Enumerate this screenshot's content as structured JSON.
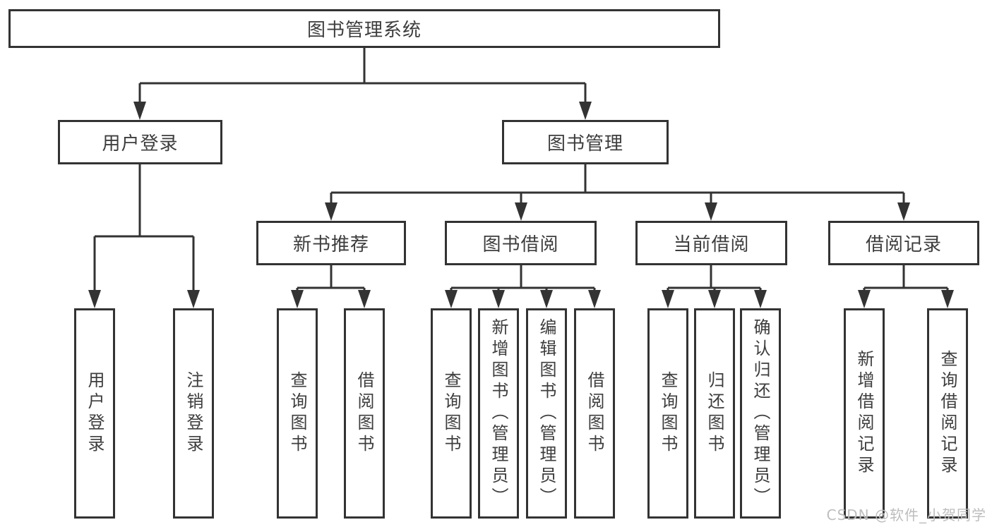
{
  "diagram": {
    "type": "tree",
    "root": {
      "label": "图书管理系统",
      "children": [
        {
          "label": "用户登录",
          "children": [
            {
              "label": "用户登录"
            },
            {
              "label": "注销登录"
            }
          ]
        },
        {
          "label": "图书管理",
          "children": [
            {
              "label": "新书推荐",
              "children": [
                {
                  "label": "查询图书"
                },
                {
                  "label": "借阅图书"
                }
              ]
            },
            {
              "label": "图书借阅",
              "children": [
                {
                  "label": "查询图书"
                },
                {
                  "label": "新增图书（管理员）"
                },
                {
                  "label": "编辑图书（管理员）"
                },
                {
                  "label": "借阅图书"
                }
              ]
            },
            {
              "label": "当前借阅",
              "children": [
                {
                  "label": "查询图书"
                },
                {
                  "label": "归还图书"
                },
                {
                  "label": "确认归还（管理员）"
                }
              ]
            },
            {
              "label": "借阅记录",
              "children": [
                {
                  "label": "新增借阅记录"
                },
                {
                  "label": "查询借阅记录"
                }
              ]
            }
          ]
        }
      ]
    }
  },
  "watermark": "CSDN @软件_小贺同学",
  "colors": {
    "line": "#333333",
    "text": "#3d3d3d",
    "box_background": "#ffffff",
    "page_background": "#ffffff",
    "watermark": "#bdbdbd"
  }
}
